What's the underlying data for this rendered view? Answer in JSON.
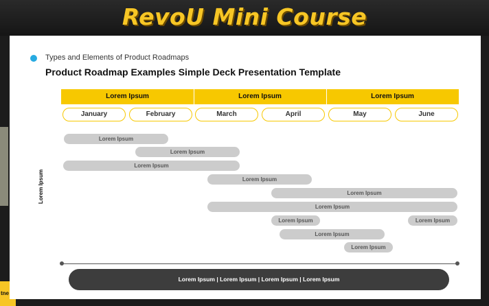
{
  "header": {
    "title": "RevoU Mini Course"
  },
  "left_tag": "tne",
  "slide": {
    "subtitle": "Types and Elements of Product Roadmaps",
    "title": "Product Roadmap Examples Simple Deck Presentation Template",
    "quarters": [
      "Lorem Ipsum",
      "Lorem Ipsum",
      "Lorem Ipsum"
    ],
    "months": [
      "January",
      "February",
      "March",
      "April",
      "May",
      "June"
    ],
    "axis_label": "Lorem Ipsum",
    "bars": [
      "Lorem Ipsum",
      "Lorem Ipsum",
      "Lorem Ipsum",
      "Lorem Ipsum",
      "Lorem Ipsum",
      "Lorem Ipsum",
      "Lorem Ipsum",
      "Lorem Ipsum",
      "Lorem Ipsum",
      "Lorem Ipsum"
    ],
    "footer": "Lorem Ipsum | Lorem Ipsum | Lorem Ipsum | Lorem Ipsum"
  },
  "colors": {
    "accent": "#f7c800",
    "bullet": "#27aae1",
    "bar": "#cccccc",
    "footer": "#3d3d3d"
  }
}
